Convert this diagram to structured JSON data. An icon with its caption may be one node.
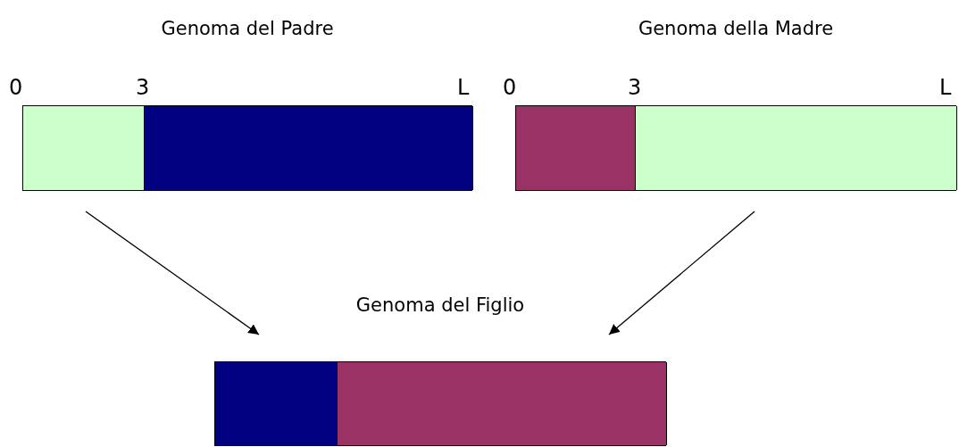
{
  "diagram": {
    "nodes": [
      {
        "text": [
          "Genoma del Padre"
        ]
      },
      {
        "text": [],
        "shape": "box",
        "in": 0
      },
      {
        "text": [],
        "shape": "box",
        "in": 0
      },
      {
        "text": [
          "Genoma della Madre"
        ]
      },
      {
        "text": [],
        "shape": "box",
        "in": 3
      },
      {
        "text": [],
        "shape": "box",
        "in": 3
      },
      {
        "text": [
          "Genoma del Figlio"
        ]
      },
      {
        "text": [],
        "shape": "box",
        "in": 6
      },
      {
        "text": [],
        "shape": "box",
        "in": 6
      }
    ],
    "edges": [
      {
        "from": 1,
        "to": 6,
        "arrow": "to"
      },
      {
        "from": 5,
        "to": 6,
        "arrow": "to"
      }
    ],
    "labels": [
      "0",
      "3",
      "L",
      "0",
      "3",
      "L"
    ]
  }
}
